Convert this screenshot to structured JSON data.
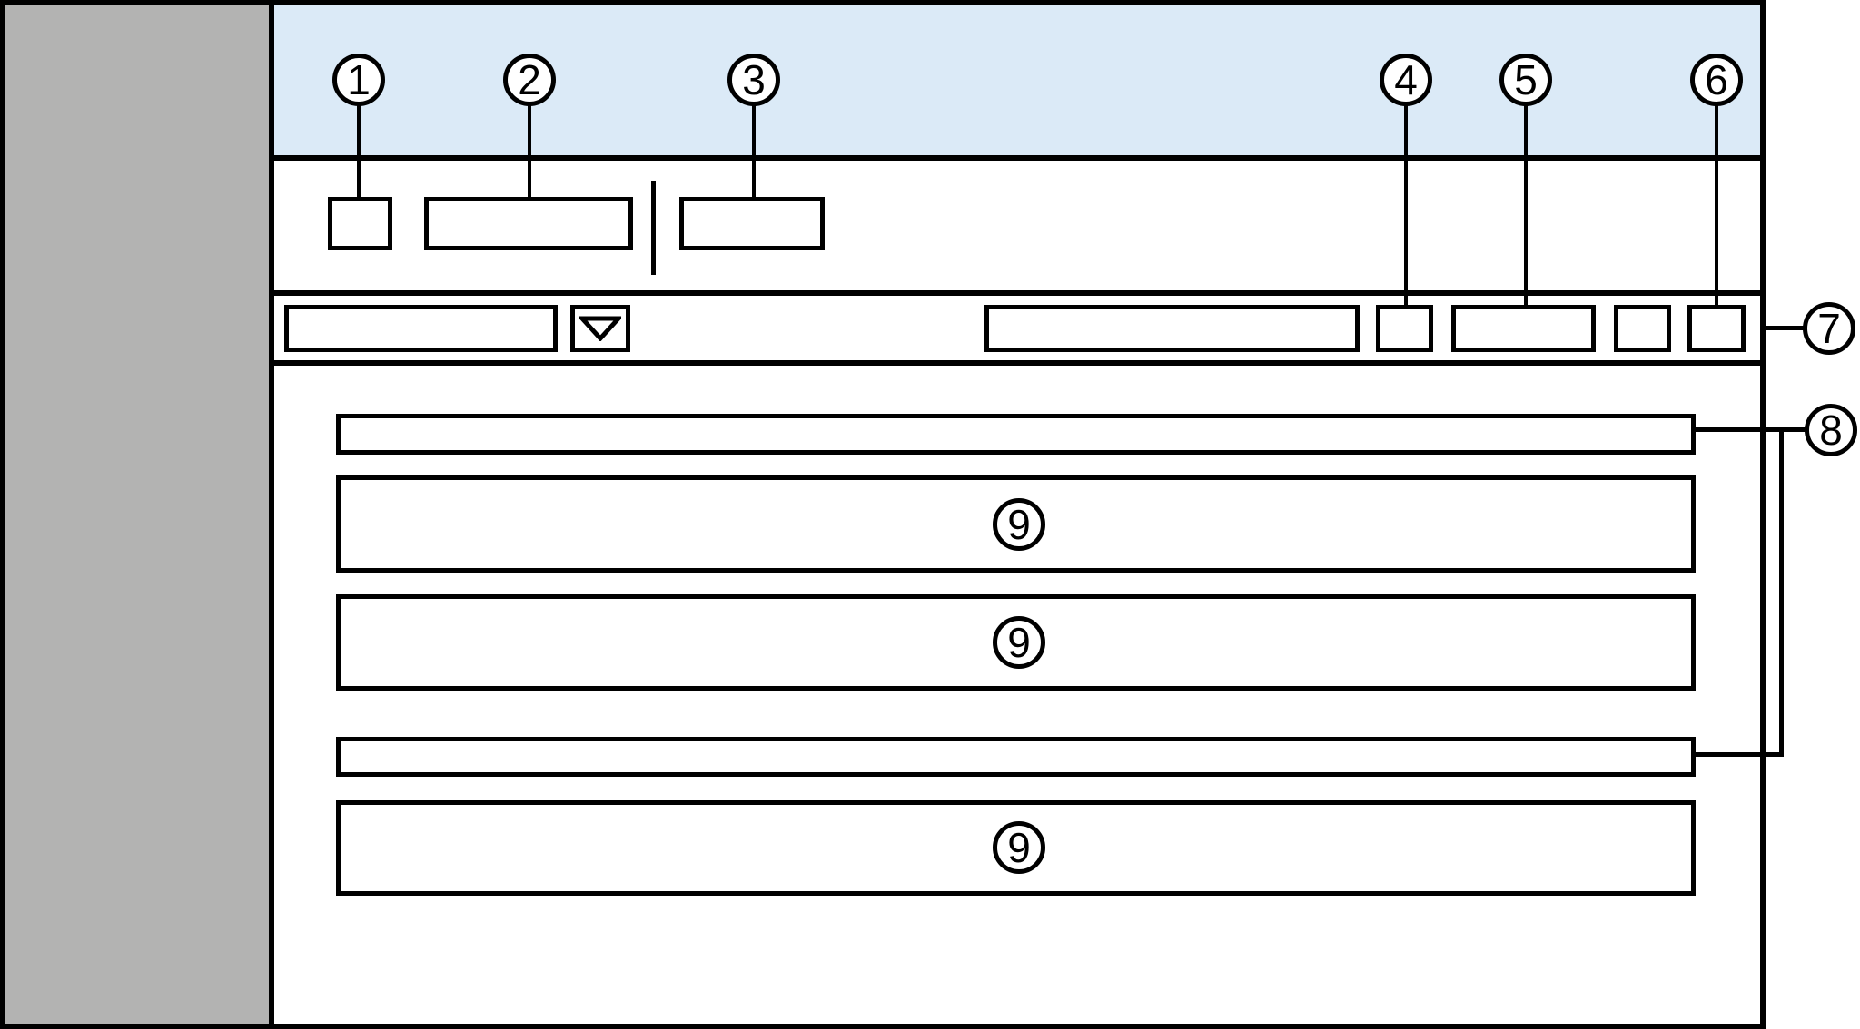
{
  "figure": {
    "callouts": {
      "c1": "1",
      "c2": "2",
      "c3": "3",
      "c4": "4",
      "c5": "5",
      "c6": "6",
      "c7": "7",
      "c8": "8",
      "c9": "9"
    },
    "icons": {
      "dropdown_arrow": "triangle-down-outline"
    },
    "colors": {
      "header_fill": "#dbeaf7",
      "sidebar_fill": "#b3b3b2",
      "outline": "#000000",
      "widget_fill": "#ffffff",
      "canvas_background": "#ffffff"
    }
  }
}
